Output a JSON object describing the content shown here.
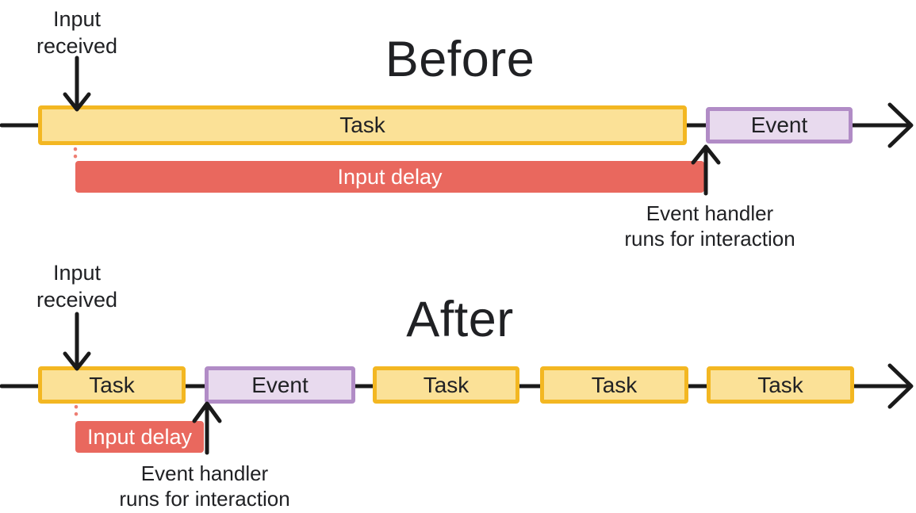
{
  "colors": {
    "canvas_bg": "#ffffff",
    "task_fill": "#fbe197",
    "task_border": "#f3b722",
    "event_fill": "#e8daee",
    "event_border": "#b18cc6",
    "delay_fill": "#e9685e",
    "delay_text": "#ffffff",
    "delay_dotted": "#ee7f73",
    "arrow": "#1a1a1a",
    "text": "#202124"
  },
  "before": {
    "title": "Before",
    "input_received": {
      "line1": "Input",
      "line2": "received"
    },
    "task_label": "Task",
    "event_label": "Event",
    "input_delay_label": "Input delay",
    "caption": {
      "line1": "Event handler",
      "line2": "runs for interaction"
    }
  },
  "after": {
    "title": "After",
    "input_received": {
      "line1": "Input",
      "line2": "received"
    },
    "event_label": "Event",
    "task_labels": [
      "Task",
      "Task",
      "Task",
      "Task"
    ],
    "input_delay_label": "Input delay",
    "caption": {
      "line1": "Event handler",
      "line2": "runs for interaction"
    }
  }
}
